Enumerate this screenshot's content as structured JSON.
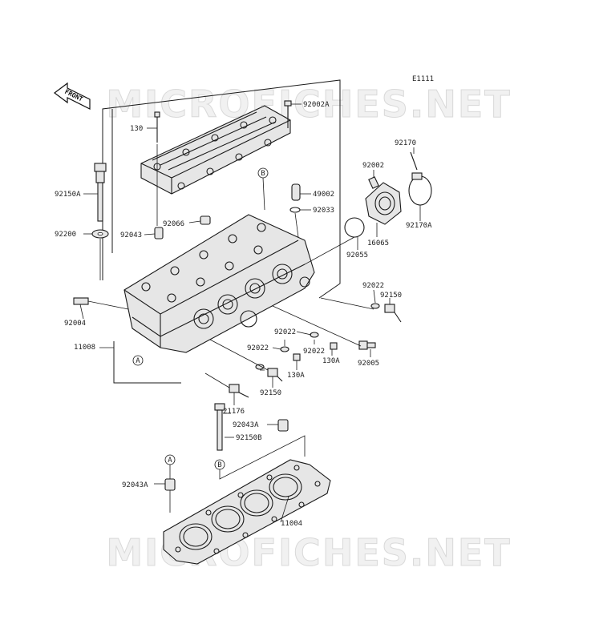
{
  "diagram_id": "E1111",
  "front_label": "FRONT",
  "watermark": "MICROFICHES.NET",
  "callouts": {
    "A": "A",
    "B": "B"
  },
  "parts": [
    {
      "id": "p-92002A",
      "label": "92002A"
    },
    {
      "id": "p-130",
      "label": "130"
    },
    {
      "id": "p-92150A",
      "label": "92150A"
    },
    {
      "id": "p-92200",
      "label": "92200"
    },
    {
      "id": "p-92066",
      "label": "92066"
    },
    {
      "id": "p-92043",
      "label": "92043"
    },
    {
      "id": "p-49002",
      "label": "49002"
    },
    {
      "id": "p-92033",
      "label": "92033"
    },
    {
      "id": "p-92170",
      "label": "92170"
    },
    {
      "id": "p-92002",
      "label": "92002"
    },
    {
      "id": "p-92170A",
      "label": "92170A"
    },
    {
      "id": "p-16065",
      "label": "16065"
    },
    {
      "id": "p-92055",
      "label": "92055"
    },
    {
      "id": "p-92022-r",
      "label": "92022"
    },
    {
      "id": "p-92150-r",
      "label": "92150"
    },
    {
      "id": "p-92004",
      "label": "92004"
    },
    {
      "id": "p-11008",
      "label": "11008"
    },
    {
      "id": "p-92022-m",
      "label": "92022"
    },
    {
      "id": "p-92022-m2",
      "label": "92022"
    },
    {
      "id": "p-130A-r",
      "label": "130A"
    },
    {
      "id": "p-92022-l",
      "label": "92022"
    },
    {
      "id": "p-92005",
      "label": "92005"
    },
    {
      "id": "p-130A-m",
      "label": "130A"
    },
    {
      "id": "p-92150-m",
      "label": "92150"
    },
    {
      "id": "p-21176",
      "label": "21176"
    },
    {
      "id": "p-92043A-t",
      "label": "92043A"
    },
    {
      "id": "p-92150B",
      "label": "92150B"
    },
    {
      "id": "p-92043A-l",
      "label": "92043A"
    },
    {
      "id": "p-11004",
      "label": "11004"
    }
  ]
}
